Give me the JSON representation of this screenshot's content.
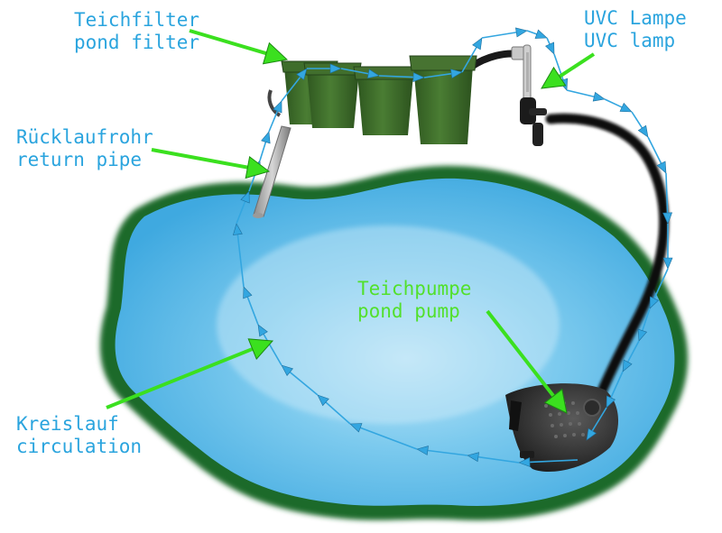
{
  "labels": {
    "pond_filter": {
      "line1": "Teichfilter",
      "line2": "pond filter"
    },
    "uvc_lamp": {
      "line1": "UVC Lampe",
      "line2": "UVC lamp"
    },
    "return_pipe": {
      "line1": "Rücklaufrohr",
      "line2": "return pipe"
    },
    "pond_pump": {
      "line1": "Teichpumpe",
      "line2": "pond pump"
    },
    "circulation": {
      "line1": "Kreislauf",
      "line2": "circulation"
    }
  },
  "colors": {
    "label_blue": "#2aa4de",
    "label_green": "#52e02c",
    "pointer_green": "#3be01f",
    "water": "#47b3e6",
    "water_light": "#a9dcf5",
    "pond_edge": "#1f6b2e",
    "flow_arrow": "#33a6e0",
    "bucket": "#3d6b2a",
    "hose": "#0e0e0e"
  },
  "icons": {
    "pump": "pond-pump-icon",
    "uvc": "uvc-lamp-icon",
    "filter": "filter-bucket-icon"
  }
}
